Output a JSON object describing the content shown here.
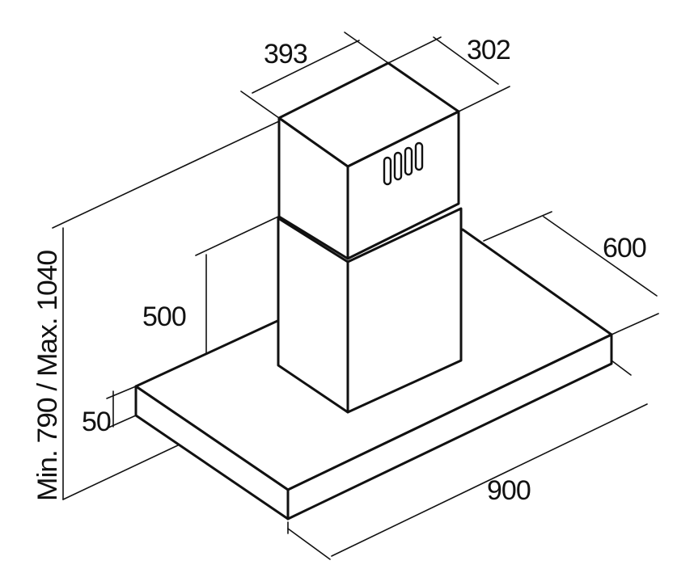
{
  "dimensions": {
    "chimney_width": "393",
    "chimney_depth": "302",
    "hood_depth": "600",
    "lower_chimney_height": "500",
    "canopy_height": "50",
    "hood_width": "900",
    "total_height": "Min. 790 / Max. 1040"
  },
  "colors": {
    "line": "#111111",
    "background": "#ffffff"
  }
}
